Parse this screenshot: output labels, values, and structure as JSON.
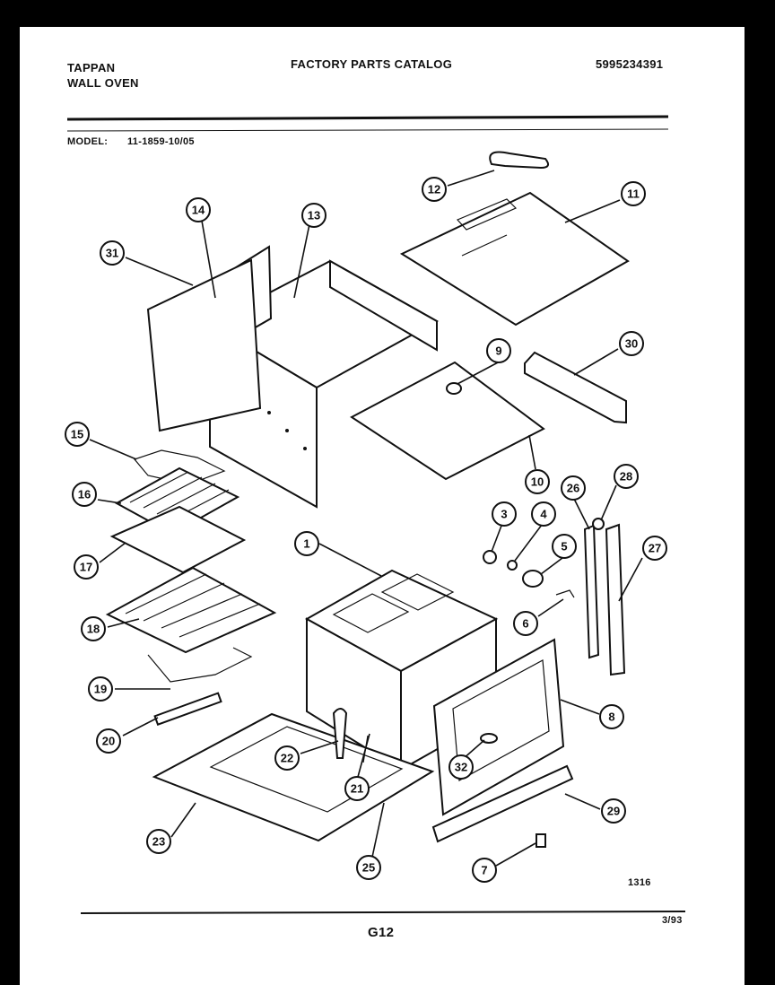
{
  "header": {
    "brand": "TAPPAN",
    "product": "WALL OVEN",
    "catalog_title": "FACTORY PARTS CATALOG",
    "catalog_number": "5995234391",
    "model_label": "MODEL:",
    "model_number": "11-1859-10/05"
  },
  "footer": {
    "figure_code": "1316",
    "page_id": "G12",
    "date": "3/93"
  },
  "callouts": [
    "1",
    "3",
    "4",
    "5",
    "6",
    "7",
    "8",
    "9",
    "10",
    "11",
    "12",
    "13",
    "14",
    "15",
    "16",
    "17",
    "18",
    "19",
    "20",
    "21",
    "22",
    "23",
    "25",
    "26",
    "27",
    "28",
    "29",
    "30",
    "31",
    "32"
  ]
}
